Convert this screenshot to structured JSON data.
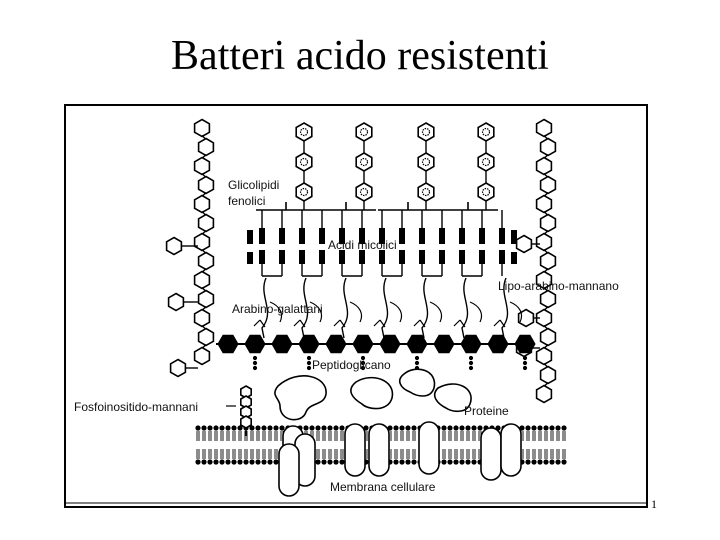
{
  "slide": {
    "title": "Batteri acido resistenti",
    "number": "1"
  },
  "diagram": {
    "labels": {
      "glycolipids_line1": "Glicolipidi",
      "glycolipids_line2": "fenolici",
      "mycolic_acids": "Acidi micolici",
      "arabinogalactans": "Arabino-galattani",
      "lipoarabinomannan": "Lipo-arabino-mannano",
      "peptidoglycan": "Peptidoglicano",
      "phosphoinositide_mannans": "Fosfoinositido-mannani",
      "proteins": "Proteine",
      "cell_membrane": "Membrana cellulare"
    }
  }
}
